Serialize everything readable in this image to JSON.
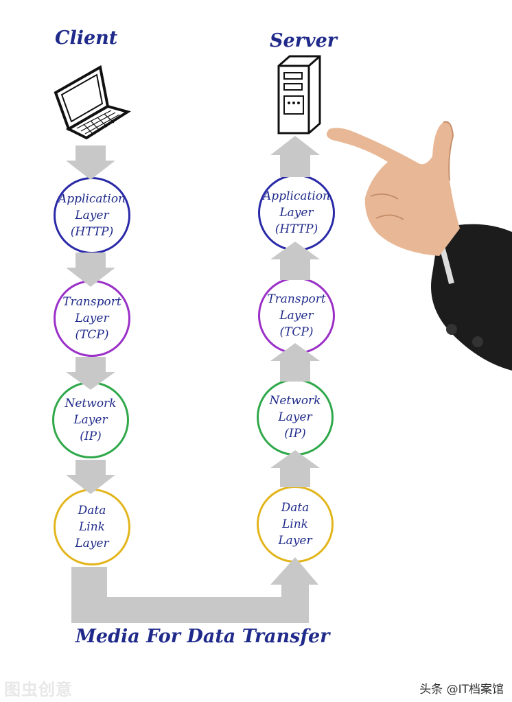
{
  "headings": {
    "client": "Client",
    "server": "Server"
  },
  "client_layers": [
    {
      "text": "Application\nLayer\n(HTTP)",
      "color": "#2a2aa8"
    },
    {
      "text": "Transport\nLayer\n(TCP)",
      "color": "#9b30c8"
    },
    {
      "text": "Network\nLayer\n(IP)",
      "color": "#2fa84a"
    },
    {
      "text": "Data\nLink\nLayer",
      "color": "#e3b51c"
    }
  ],
  "server_layers": [
    {
      "text": "Application\nLayer\n(HTTP)",
      "color": "#2a2aa8"
    },
    {
      "text": "Transport\nLayer\n(TCP)",
      "color": "#9b30c8"
    },
    {
      "text": "Network\nLayer\n(IP)",
      "color": "#2fa84a"
    },
    {
      "text": "Data\nLink\nLayer",
      "color": "#e3b51c"
    }
  ],
  "caption": "Media For Data Transfer",
  "watermark_left": "图虫创意",
  "watermark_right": "头条 @IT档案馆",
  "icons": [
    "laptop-icon",
    "server-tower-icon",
    "pointing-hand-icon"
  ],
  "colors": {
    "text": "#1f2a8a",
    "arrow": "#c8c8c8"
  }
}
